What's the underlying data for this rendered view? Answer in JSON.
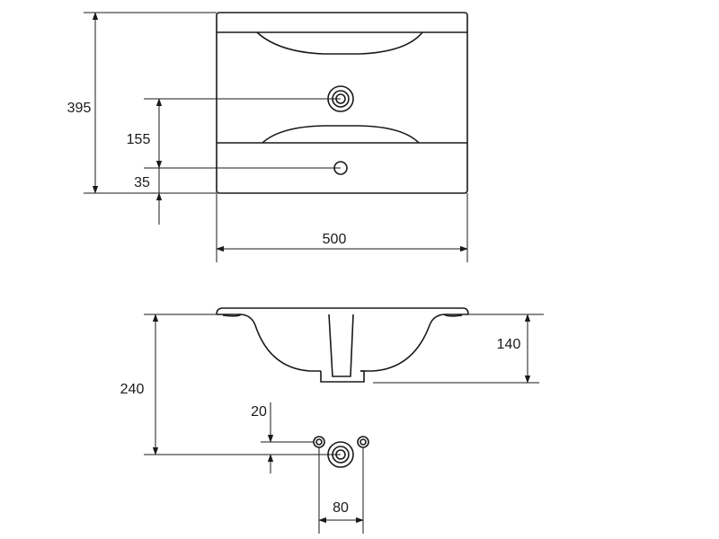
{
  "drawing": {
    "line_color": "#1a1a1a",
    "background": "#ffffff",
    "top_view": {
      "height_label": "395",
      "tap_hole_height_label": "155",
      "overflow_height_label": "35",
      "width_label": "500"
    },
    "side_view": {
      "depth_label": "240",
      "bowl_depth_label": "140",
      "hole_offset_label": "20",
      "hole_spacing_label": "80"
    }
  }
}
